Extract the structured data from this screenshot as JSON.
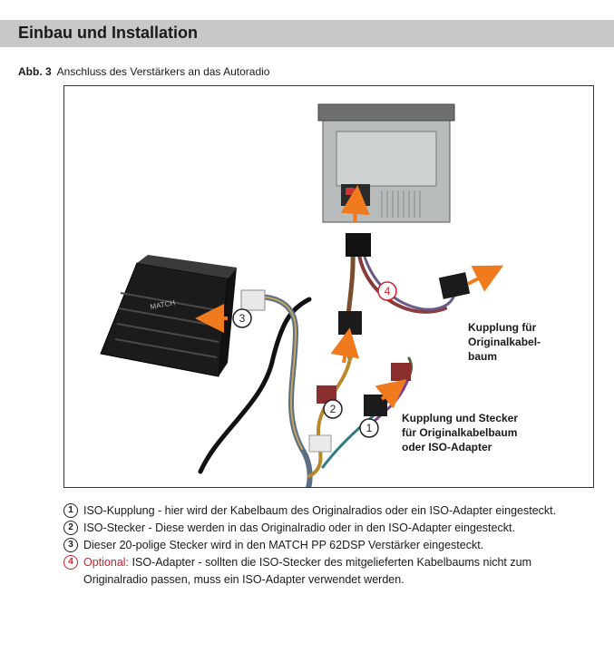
{
  "header": {
    "title": "Einbau und Installation"
  },
  "figure": {
    "caption_number": "Abb. 3",
    "caption_text": "Anschluss des Verstärkers an das Autoradio",
    "callouts": [
      "1",
      "2",
      "3",
      "4"
    ],
    "label_coupling_line1": "Kupplung für",
    "label_coupling_line2": "Originalkabel-",
    "label_coupling_line3": "baum",
    "label_plug_line1": "Kupplung und Stecker",
    "label_plug_line2": "für Originalkabelbaum",
    "label_plug_line3": "oder ISO-Adapter",
    "amp_brand": "MATCH"
  },
  "legend": {
    "items": [
      {
        "number": "1",
        "text": "ISO-Kupplung - hier wird der Kabelbaum des Originalradios oder ein ISO-Adapter eingesteckt."
      },
      {
        "number": "2",
        "text": "ISO-Stecker - Diese werden in das Originalradio oder in den ISO-Adapter eingesteckt."
      },
      {
        "number": "3",
        "text": "Dieser 20-polige Stecker wird in den MATCH PP 62DSP Verstärker eingesteckt."
      },
      {
        "number": "4",
        "prefix": "Optional:",
        "text": "ISO-Adapter - sollten die ISO-Stecker des mitgelieferten Kabelbaums nicht zum Originalradio passen, muss ein ISO-Adapter verwendet werden."
      }
    ]
  },
  "colors": {
    "arrow": "#f07a1e",
    "callout_red": "#d0202a",
    "header_bg": "#c8c8c8"
  }
}
